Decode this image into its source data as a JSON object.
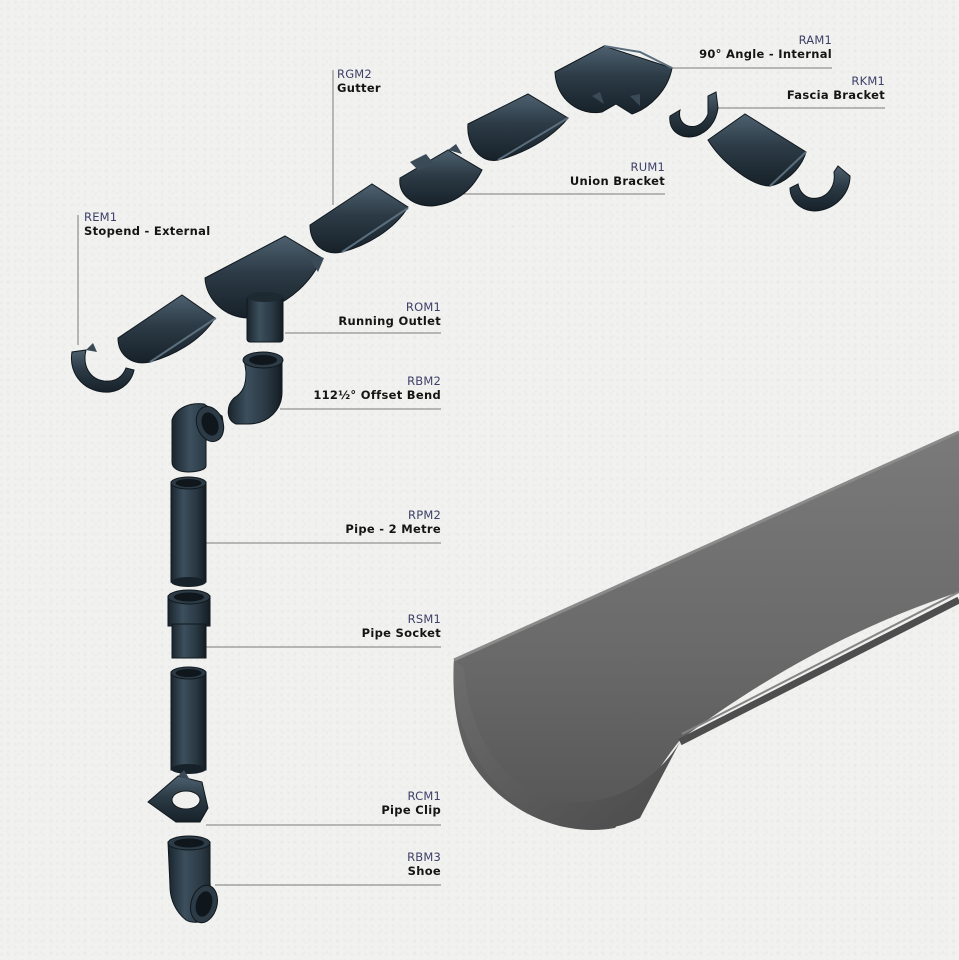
{
  "colors": {
    "part_fill": "#2c3b46",
    "part_dark": "#172129",
    "part_light": "#4e6170",
    "leader_line": "#777777",
    "big_gutter": "#6c6c6c",
    "code_text": "#3f4068"
  },
  "labels": [
    {
      "id": "ram1",
      "code": "RAM1",
      "name": "90° Angle - Internal"
    },
    {
      "id": "rkm1",
      "code": "RKM1",
      "name": "Fascia Bracket"
    },
    {
      "id": "rgm2",
      "code": "RGM2",
      "name": "Gutter"
    },
    {
      "id": "rum1",
      "code": "RUM1",
      "name": "Union Bracket"
    },
    {
      "id": "rem1",
      "code": "REM1",
      "name": "Stopend - External"
    },
    {
      "id": "rom1",
      "code": "ROM1",
      "name": "Running Outlet"
    },
    {
      "id": "rbm2",
      "code": "RBM2",
      "name": "112½° Offset Bend"
    },
    {
      "id": "rpm2",
      "code": "RPM2",
      "name": "Pipe - 2 Metre"
    },
    {
      "id": "rsm1",
      "code": "RSM1",
      "name": "Pipe Socket"
    },
    {
      "id": "rcm1",
      "code": "RCM1",
      "name": "Pipe Clip"
    },
    {
      "id": "rbm3",
      "code": "RBM3",
      "name": "Shoe"
    }
  ]
}
